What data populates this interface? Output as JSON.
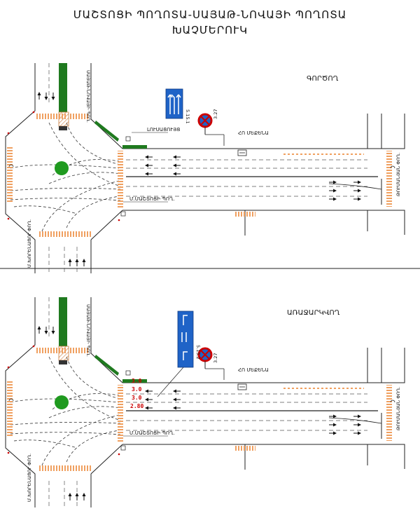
{
  "title": {
    "line1": "ՄԱՇՏՈՑԻ ՊՈՂՈՏԱ-ՍԱՅԱԹ-ՆՈՎԱՅԻ ՊՈՂՈՏԱ",
    "line2": "ԽԱՉՄԵՐՈՒԿ"
  },
  "plans": [
    {
      "heading": "ԳՈՐԾՈՂ",
      "street_right_vertical": "ՍԱՅԱԹ-ՆՈՎԱՅԻ ՊՈՂ.",
      "street_left_vertical": "Մ.ԽՈՐԵՆԱՑՈՒ ՓՈՂ.",
      "street_far_right": "ԹՈՒՄԱՆՅԱՆ ՓՈՂ.",
      "street_bottom": "Մ.ՄԱՇՏՈՑԻ ՊՈՂ.",
      "signal_label": "ԼՈՒՍԱՑՈՒՅՑ",
      "stop_label": "ՀՈ ՄԵՔԵՆԱ",
      "sign_a_code": "5.15.1",
      "sign_b_code": "3.27",
      "lane_widths": []
    },
    {
      "heading": "ԱՌԱՋԱՐԿՎՈՂ",
      "street_right_vertical": "ՍԱՅԱԹ-ՆՈՎԱՅԻ ՊՈՂ.",
      "street_left_vertical": "Մ.ԽՈՐԵՆԱՑՈՒ ՓՈՂ.",
      "street_far_right": "ԹՈՒՄԱՆՅԱՆ ՓՈՂ.",
      "street_bottom": "Մ.ՄԱՇՏՈՑԻ ՊՈՂ.",
      "signal_label": "",
      "stop_label": "ՀՈ ՄԵՔԵՆԱ",
      "sign_a_code": "5.15.2",
      "sign_b_code": "3.27",
      "lane_widths": [
        "3.0",
        "3.0",
        "3.0",
        "2.80"
      ]
    }
  ],
  "colors": {
    "median_green": "#1f7a1f",
    "sign_blue": "#1f63c7",
    "zebra": "#f0a060",
    "red_label": "#cc0000",
    "line": "#222222"
  }
}
